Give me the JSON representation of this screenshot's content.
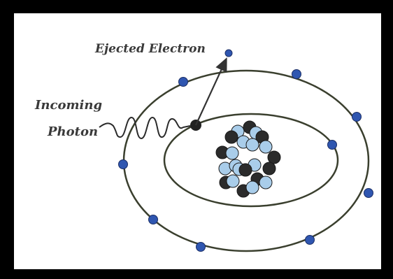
{
  "labels": {
    "ejected": "Ejected Electron",
    "incoming_line1": "Incoming",
    "incoming_line2": "Photon"
  },
  "colors": {
    "frame": "#000000",
    "background": "#ffffff",
    "orbit": "#3a3f2e",
    "electron_blue": "#2f56b0",
    "electron_dark": "#222222",
    "nucleon_light": "#a9cdea",
    "nucleon_dark": "#2b2b2b",
    "label_text": "#3a3a3a"
  },
  "icons": [
    "photon-wave",
    "arrow",
    "electron",
    "nucleus"
  ]
}
